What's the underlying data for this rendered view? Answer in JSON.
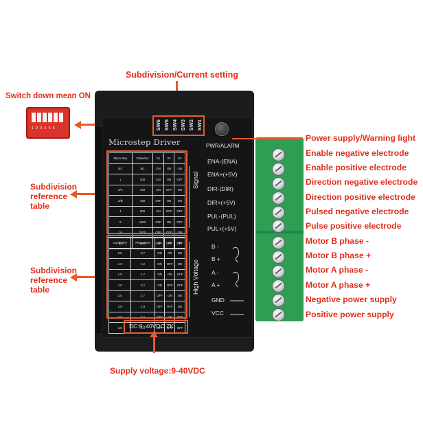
{
  "callouts": {
    "subdivision_current_setting": "Subdivision/Current setting",
    "switch_down_on": "Switch down mean ON",
    "subdivision_reference_table_1": "Subdivision reference table",
    "subdivision_reference_table_2": "Subdivision reference table",
    "supply_voltage": "Supply voltage:9-40VDC"
  },
  "driver": {
    "title": "Microstep Driver",
    "switches": [
      "SW6",
      "SW5",
      "SW4",
      "SW3",
      "SW2",
      "SW1"
    ],
    "pwr_alarm": "PWR/ALARM",
    "dc_label": "DC:9~40VDC ZK",
    "signal_label": "Signal",
    "high_voltage_label": "High Voltage",
    "signal_pins": [
      "ENA-(ENA)",
      "ENA+(+5V)",
      "DIR-(DIR)",
      "DIR+(+5V)",
      "PUL-(PUL)",
      "PUL+(+5V)"
    ],
    "power_pins": [
      "B -",
      "B +",
      "A -",
      "A +",
      "GND",
      "VCC"
    ],
    "micro_table": {
      "headers": [
        "Micro step",
        "Pulse/rev",
        "S1",
        "S2",
        "S3"
      ],
      "rows": [
        [
          "NC",
          "NC",
          "ON",
          "ON",
          "ON"
        ],
        [
          "1",
          "200",
          "ON",
          "ON",
          "OFF"
        ],
        [
          "2/A",
          "400",
          "ON",
          "OFF",
          "ON"
        ],
        [
          "2/B",
          "400",
          "OFF",
          "ON",
          "ON"
        ],
        [
          "4",
          "800",
          "ON",
          "OFF",
          "OFF"
        ],
        [
          "8",
          "1600",
          "OFF",
          "ON",
          "OFF"
        ],
        [
          "16",
          "3200",
          "OFF",
          "OFF",
          "ON"
        ],
        [
          "32",
          "6400",
          "OFF",
          "OFF",
          "OFF"
        ]
      ]
    },
    "current_table": {
      "headers": [
        "Current(A)",
        "PK Current",
        "S4",
        "S5",
        "S6"
      ],
      "rows": [
        [
          "0.5",
          "0.7",
          "ON",
          "ON",
          "ON"
        ],
        [
          "1.0",
          "1.2",
          "ON",
          "OFF",
          "ON"
        ],
        [
          "1.5",
          "1.7",
          "ON",
          "ON",
          "OFF"
        ],
        [
          "2.0",
          "2.2",
          "ON",
          "OFF",
          "OFF"
        ],
        [
          "2.5",
          "2.7",
          "OFF",
          "ON",
          "ON"
        ],
        [
          "2.8",
          "2.9",
          "OFF",
          "OFF",
          "ON"
        ],
        [
          "3.0",
          "3.2",
          "OFF",
          "ON",
          "OFF"
        ],
        [
          "3.5",
          "4.0",
          "OFF",
          "OFF",
          "OFF"
        ]
      ]
    }
  },
  "right_labels": [
    "Power supply/Warning light",
    "Enable negative electrode",
    "Enable positive electrode",
    "Direction negative electrode",
    "Direction positive electrode",
    "Pulsed negative electrode",
    "Pulse positive electrode",
    "Motor B phase -",
    "Motor B phase +",
    "Motor A phase -",
    "Motor A phase +",
    "Negative power supply",
    "Positive power supply"
  ],
  "dip_numbers": [
    "1",
    "2",
    "3",
    "4",
    "5",
    "6"
  ],
  "colors": {
    "accent": "#e0301e",
    "arrow": "#e85a2a",
    "terminal": "#2e9e55",
    "body": "#141517"
  }
}
